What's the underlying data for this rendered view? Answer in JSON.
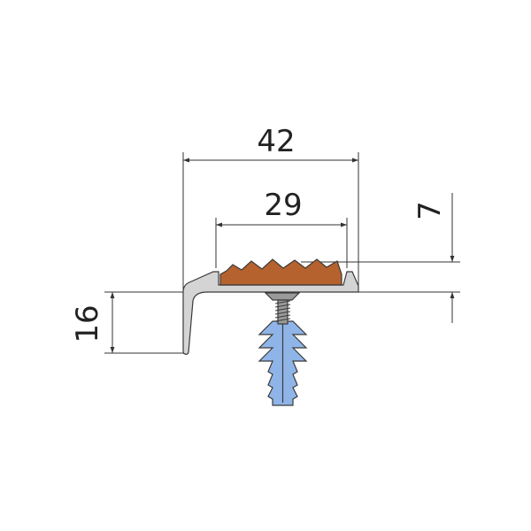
{
  "dimensions": {
    "overall_width": "42",
    "insert_width": "29",
    "insert_height": "7",
    "nose_height": "16"
  },
  "colors": {
    "profile_fill": "#d4d4d4",
    "insert_fill": "#b5622e",
    "anchor_fill": "#8fb5e8",
    "screw_fill": "#9a9a9a",
    "line": "#333333"
  }
}
